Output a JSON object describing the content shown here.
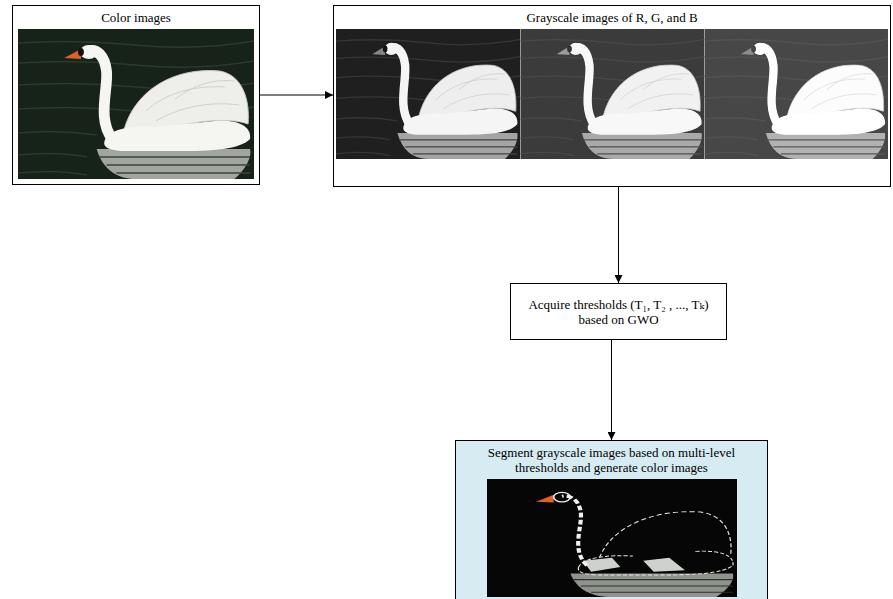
{
  "diagram": {
    "nodes": [
      {
        "text": [
          "Color images"
        ]
      },
      {
        "text": [
          "Grayscale images of R, G, and B"
        ]
      },
      {
        "text": [
          "Acquire thresholds (T₁, T₂ , ..., Tₖ) based on GWO"
        ]
      },
      {
        "text": [
          "Segment grayscale images based on multi-level thresholds and generate color images"
        ]
      }
    ],
    "edges": [
      {
        "from": 0,
        "to": 1,
        "arrow": "to"
      },
      {
        "from": 1,
        "to": 2,
        "arrow": "to"
      },
      {
        "from": 2,
        "to": 3,
        "arrow": "to"
      }
    ]
  }
}
